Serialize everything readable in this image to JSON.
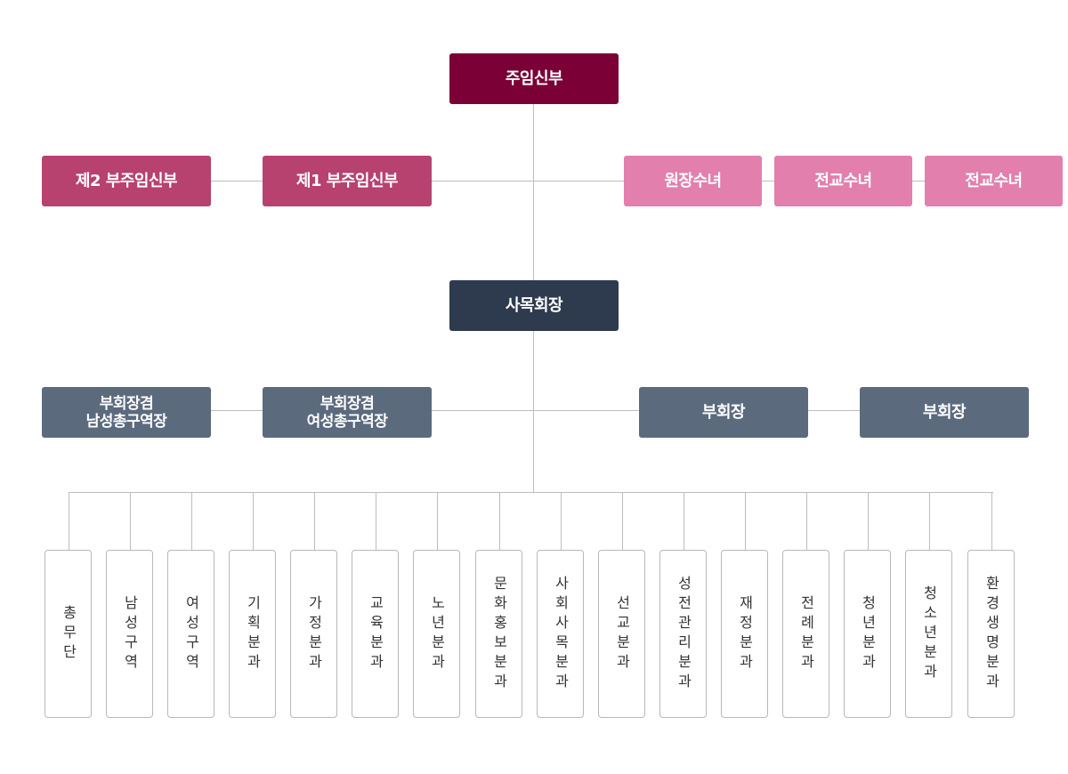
{
  "head_pastor": "주임신부",
  "associate_pastors": [
    "제2 부주임신부",
    "제1 부주임신부"
  ],
  "sisters": [
    "원장수녀",
    "전교수녀",
    "전교수녀"
  ],
  "council_president": "사목회장",
  "vice_presidents": [
    {
      "line1": "부회장겸",
      "line2": "남성총구역장"
    },
    {
      "line1": "부회장겸",
      "line2": "여성총구역장"
    },
    {
      "line1": "부회장",
      "line2": ""
    },
    {
      "line1": "부회장",
      "line2": ""
    }
  ],
  "departments": [
    "총무단",
    "남성구역",
    "여성구역",
    "기획분과",
    "가정분과",
    "교육분과",
    "노년분과",
    "문화홍보분과",
    "사회사목분과",
    "선교분과",
    "성전관리분과",
    "재정분과",
    "전례분과",
    "청년분과",
    "청소년분과",
    "환경생명분과"
  ],
  "colors": {
    "head_pastor": "#7a0035",
    "associate": "#b7426f",
    "sister": "#e27fad",
    "council": "#2e3b4e",
    "vice": "#5c6a7e",
    "connector": "#bdbdbd"
  }
}
